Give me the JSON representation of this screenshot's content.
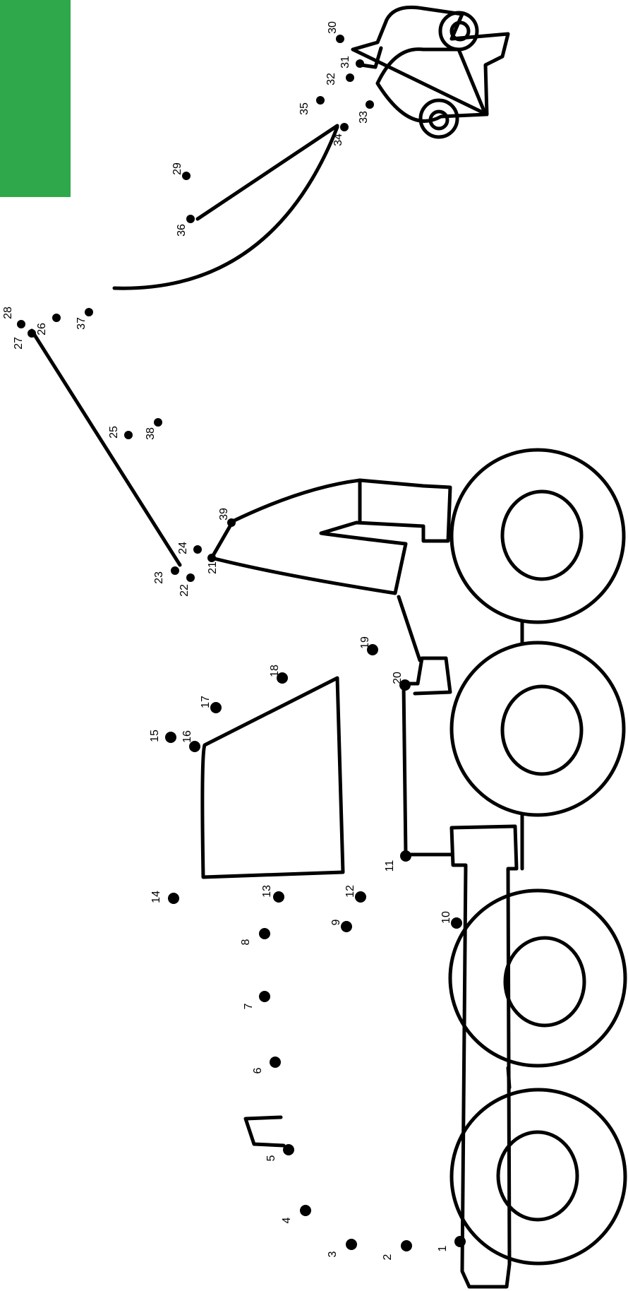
{
  "theme": {
    "accent": "#2ea84a",
    "ink": "#000000",
    "paper": "#ffffff"
  },
  "puzzle": {
    "dots": [
      {
        "n": "1"
      },
      {
        "n": "2"
      },
      {
        "n": "3"
      },
      {
        "n": "4"
      },
      {
        "n": "5"
      },
      {
        "n": "6"
      },
      {
        "n": "7"
      },
      {
        "n": "8"
      },
      {
        "n": "9"
      },
      {
        "n": "10"
      },
      {
        "n": "11"
      },
      {
        "n": "12"
      },
      {
        "n": "13"
      },
      {
        "n": "14"
      },
      {
        "n": "15"
      },
      {
        "n": "16"
      },
      {
        "n": "17"
      },
      {
        "n": "18"
      },
      {
        "n": "19"
      },
      {
        "n": "20"
      },
      {
        "n": "21"
      },
      {
        "n": "22"
      },
      {
        "n": "23"
      },
      {
        "n": "24"
      },
      {
        "n": "25"
      },
      {
        "n": "26"
      },
      {
        "n": "27"
      },
      {
        "n": "28"
      },
      {
        "n": "29"
      },
      {
        "n": "30"
      },
      {
        "n": "31"
      },
      {
        "n": "32"
      },
      {
        "n": "33"
      },
      {
        "n": "34"
      },
      {
        "n": "35"
      },
      {
        "n": "36"
      },
      {
        "n": "37"
      },
      {
        "n": "38"
      },
      {
        "n": "39"
      }
    ]
  }
}
